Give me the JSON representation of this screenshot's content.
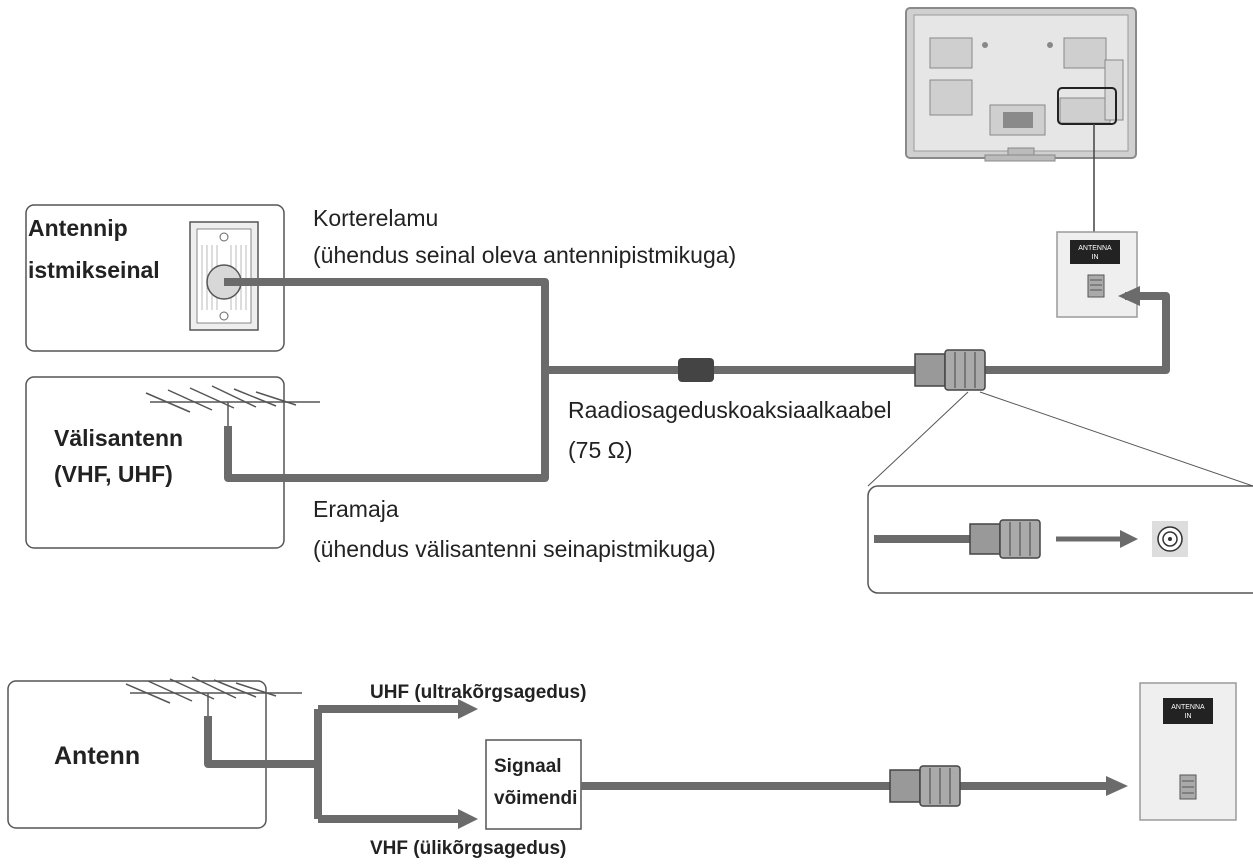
{
  "wall_socket_label_1": "Antennip",
  "wall_socket_label_2": "istmikseinal",
  "outdoor_antenna_label_1": "Välisantenn",
  "outdoor_antenna_label_2": "(VHF, UHF)",
  "apartment_label": "Korterelamu",
  "apartment_desc": "(ühendus seinal oleva antennipistmikuga)",
  "house_label": "Eramaja",
  "house_desc": "(ühendus välisantenni seinapistmikuga)",
  "cable_label": "Raadiosageduskoaksiaalkaabel",
  "cable_impedance": "(75 Ω)",
  "port_label_line1": "ANTENNA",
  "port_label_line2": "IN",
  "antenna_label": "Antenn",
  "uhf_label": "UHF (ultrakõrgsagedus)",
  "vhf_label": "VHF (ülikõrgsagedus)",
  "amplifier_label_1": "Signaal",
  "amplifier_label_2": "võimendi",
  "colors": {
    "cable": "#6b6b6b",
    "outline": "#555555",
    "text": "#222222"
  }
}
